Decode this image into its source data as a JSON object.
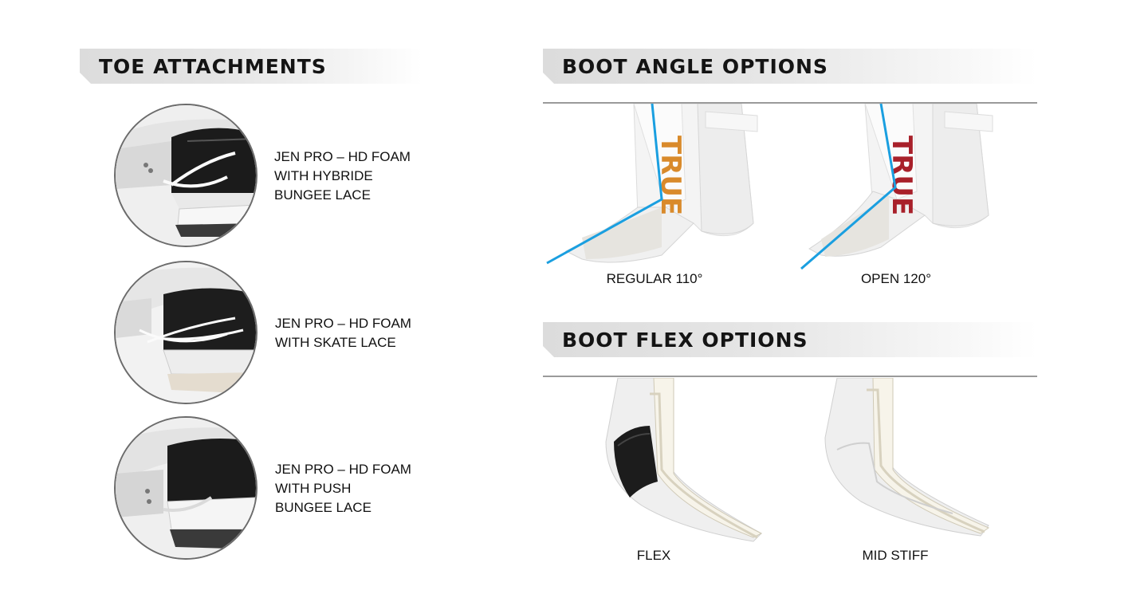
{
  "toe_attachments": {
    "title": "TOE ATTACHMENTS",
    "items": [
      {
        "lines": [
          "JEN PRO – HD FOAM",
          "WITH HYBRIDE",
          "BUNGEE LACE"
        ]
      },
      {
        "lines": [
          "JEN PRO – HD FOAM",
          "WITH SKATE LACE"
        ]
      },
      {
        "lines": [
          "JEN PRO – HD FOAM",
          "WITH PUSH",
          "BUNGEE LACE"
        ]
      }
    ]
  },
  "boot_angle": {
    "title": "BOOT ANGLE OPTIONS",
    "options": [
      {
        "label": "REGULAR 110°",
        "logo_text": "TRUE"
      },
      {
        "label": "OPEN 120°",
        "logo_text": "TRUE"
      }
    ]
  },
  "boot_flex": {
    "title": "BOOT FLEX OPTIONS",
    "options": [
      {
        "label": "FLEX"
      },
      {
        "label": "MID STIFF"
      }
    ]
  },
  "colors": {
    "angle_line": "#1a9fe0",
    "logo_orange": "#d98a2b",
    "logo_red": "#a8202a",
    "header_bg": "#dcdcdc"
  }
}
